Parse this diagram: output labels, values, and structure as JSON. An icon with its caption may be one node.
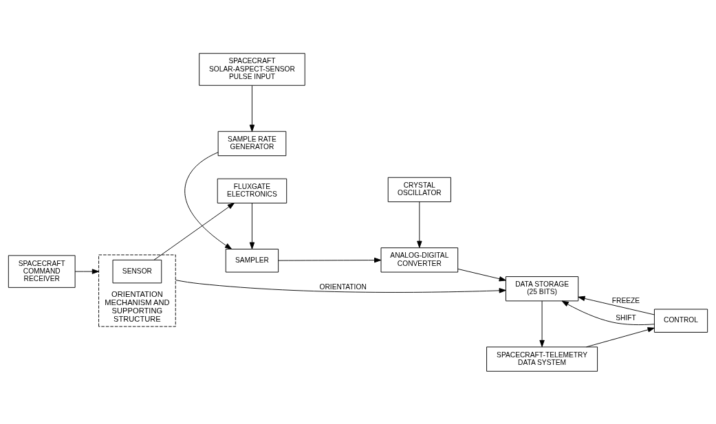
{
  "diagram": {
    "nodes": [
      {
        "text": [
          "ORIENTATION MECHANISM AND SUPPORTING STRUCTURE"
        ]
      },
      {
        "text": [
          "SENSOR"
        ],
        "in": 0
      },
      {
        "text": [
          "FLUXGATE ELECTRONICS"
        ]
      },
      {
        "text": [
          "SAMPLER"
        ]
      },
      {
        "text": [
          "SAMPLE RATE GENERATOR"
        ]
      },
      {
        "text": [
          "SPACECRAFT SOLAR-ASPECT-SENSOR PULSE INPUT"
        ]
      },
      {
        "text": [
          "ANALOG-DIGITAL CONVERTER"
        ]
      },
      {
        "text": [
          "CRYSTAL OSCILLATOR"
        ]
      },
      {
        "text": [
          "DATA STORAGE (25 BITS)"
        ]
      },
      {
        "text": [
          "SPACECRAFT-TELEMETRY DATA SYSTEM"
        ]
      },
      {
        "text": [
          "SPACECRAFT COMMAND RECEIVER"
        ]
      },
      {
        "text": [
          "CONTROL"
        ]
      }
    ],
    "edges": [
      {
        "from": 1,
        "to": 2,
        "arrow": "to"
      },
      {
        "from": 2,
        "to": 3,
        "arrow": "to"
      },
      {
        "from": 4,
        "to": 3,
        "arrow": "to"
      },
      {
        "from": 5,
        "to": 4,
        "arrow": "to"
      },
      {
        "from": 3,
        "to": 6,
        "arrow": "to"
      },
      {
        "from": 7,
        "to": 6,
        "arrow": "to"
      },
      {
        "from": 6,
        "to": 8,
        "arrow": "to"
      },
      {
        "from": 0,
        "to": 8,
        "arrow": "to",
        "label": "ORIENTATION"
      },
      {
        "from": 10,
        "to": 0,
        "arrow": "to"
      },
      {
        "from": 8,
        "to": 9,
        "arrow": "to"
      },
      {
        "from": 9,
        "to": 11,
        "arrow": "to"
      },
      {
        "from": 11,
        "to": 8,
        "arrow": "to",
        "label": "FREEZE"
      },
      {
        "from": 11,
        "to": 8,
        "arrow": "to",
        "label": "SHIFT"
      }
    ]
  }
}
